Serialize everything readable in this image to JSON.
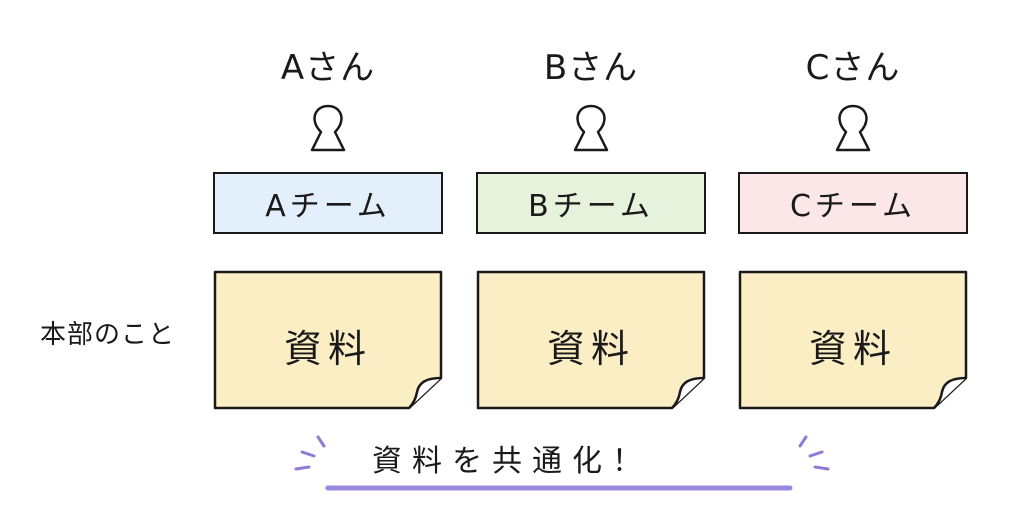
{
  "people": [
    {
      "name": "Aさん"
    },
    {
      "name": "Bさん"
    },
    {
      "name": "Cさん"
    }
  ],
  "teams": [
    {
      "label": "Aチーム",
      "fill": "#e3f0fb"
    },
    {
      "label": "Bチーム",
      "fill": "#e6f2dc"
    },
    {
      "label": "Cチーム",
      "fill": "#fbe6e8"
    }
  ],
  "documents": [
    {
      "label": "資料"
    },
    {
      "label": "資料"
    },
    {
      "label": "資料"
    }
  ],
  "hq_label": "本部のこと",
  "caption": "資料を共通化！",
  "colors": {
    "outline": "#1a1a1a",
    "document_fill": "#fbeec4",
    "underline": "#9b86e0",
    "sparkle": "#8f7ad6"
  }
}
